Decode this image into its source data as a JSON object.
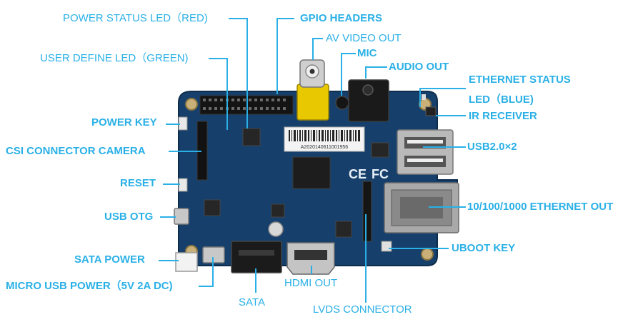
{
  "accent_color": "#2ab0e6",
  "board": {
    "pcb_color": "#16406b",
    "serial_text": "A2020140611001956"
  },
  "labels": {
    "power_status_led": "POWER STATUS LED（RED)",
    "gpio_headers": "GPIO HEADERS",
    "av_video_out": "AV VIDEO OUT",
    "mic": "MIC",
    "user_define_led": "USER DEFINE LED（GREEN)",
    "audio_out": "AUDIO OUT",
    "ethernet_status": "ETHERNET STATUS",
    "led_blue": "LED（BLUE)",
    "power_key": "POWER KEY",
    "ir_receiver": "IR RECEIVER",
    "csi_connector_camera": "CSI CONNECTOR CAMERA",
    "usb20": "USB2.0×2",
    "reset": "RESET",
    "usb_otg": "USB OTG",
    "ethernet_out": "10/100/1000 ETHERNET OUT",
    "uboot_key": "UBOOT KEY",
    "sata_power": "SATA POWER",
    "micro_usb_power": "MICRO USB POWER（5V 2A DC)",
    "hdmi_out": "HDMI OUT",
    "sata": "SATA",
    "lvds_connector": "LVDS CONNECTOR"
  }
}
